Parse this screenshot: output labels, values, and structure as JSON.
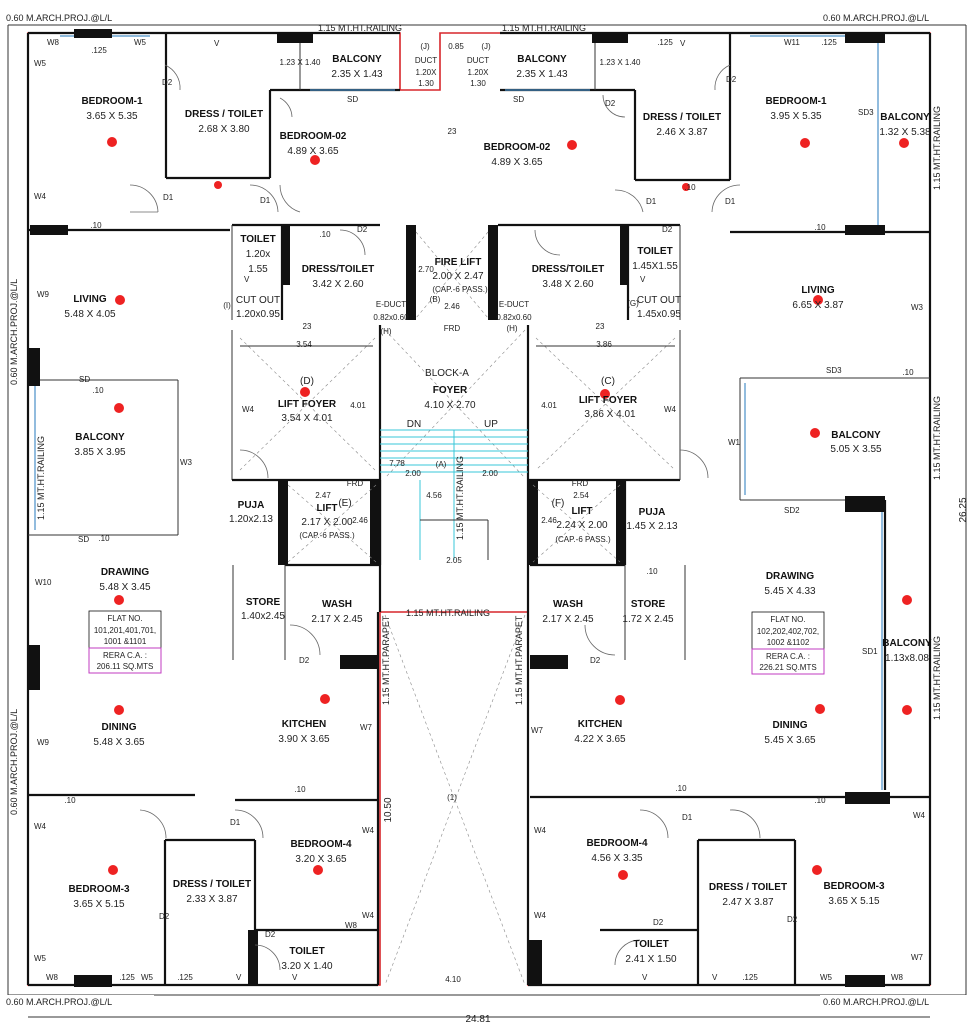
{
  "rooms": [
    {
      "id": "bedroom1-left",
      "label": "BEDROOM-1",
      "dim": "3.65 X 5.35"
    },
    {
      "id": "dress-toilet-tl",
      "label": "DRESS / TOILET",
      "dim": "2.68 X 3.80"
    },
    {
      "id": "balcony-top-left",
      "label": "BALCONY",
      "dim": "2.35 X 1.43"
    },
    {
      "id": "bedroom02-left",
      "label": "BEDROOM-02",
      "dim": "4.89 X 3.65"
    },
    {
      "id": "bedroom02-right",
      "label": "BEDROOM-02",
      "dim": "4.89 X 3.65"
    },
    {
      "id": "balcony-top-right",
      "label": "BALCONY",
      "dim": "2.35 X 1.43"
    },
    {
      "id": "dress-toilet-tr",
      "label": "DRESS / TOILET",
      "dim": "2.46 X 3.87"
    },
    {
      "id": "bedroom1-right",
      "label": "BEDROOM-1",
      "dim": "3.95 X 5.35"
    },
    {
      "id": "balcony-right-top",
      "label": "BALCONY",
      "dim": "1.32 X 5.38"
    },
    {
      "id": "toilet-left-small",
      "label": "TOILET",
      "dim": "1.20x",
      "dim2": "1.55"
    },
    {
      "id": "dresstoilet-left-mid",
      "label": "DRESS/TOILET",
      "dim": "3.42 X 2.60"
    },
    {
      "id": "fire-lift",
      "label": "FIRE LIFT",
      "dim": "2.00 X 2.47",
      "note": "(CAP.-6 PASS.)"
    },
    {
      "id": "dresstoilet-right-mid",
      "label": "DRESS/TOILET",
      "dim": "3.48 X 2.60"
    },
    {
      "id": "toilet-right-small",
      "label": "TOILET",
      "dim": "1.45X1.55"
    },
    {
      "id": "living-left",
      "label": "LIVING",
      "dim": "5.48 X 4.05"
    },
    {
      "id": "living-right",
      "label": "LIVING",
      "dim": "6.65 X 3.87"
    },
    {
      "id": "cutout-left",
      "label": "CUT OUT",
      "dim": "1.20x0.95"
    },
    {
      "id": "cutout-right",
      "label": "CUT OUT",
      "dim": "1.45x0.95"
    },
    {
      "id": "lift-foyer-left",
      "label": "LIFT FOYER",
      "dim": "3.54 X 4.01",
      "tag": "(D)"
    },
    {
      "id": "foyer",
      "label": "FOYER",
      "dim": "4.10 X 2.70",
      "block": "BLOCK-A"
    },
    {
      "id": "lift-foyer-right",
      "label": "LIFT FOYER",
      "dim": "3.86 X 4.01",
      "tag": "(C)"
    },
    {
      "id": "balcony-left-mid",
      "label": "BALCONY",
      "dim": "3.85 X 3.95"
    },
    {
      "id": "balcony-right-mid",
      "label": "BALCONY",
      "dim": "5.05 X 3.55"
    },
    {
      "id": "puja-left",
      "label": "PUJA",
      "dim": "1.20x2.13"
    },
    {
      "id": "lift-left",
      "label": "LIFT",
      "dim": "2.17 X 2.00",
      "note": "(CAP.-6 PASS.)",
      "tag": "(E)"
    },
    {
      "id": "lift-right",
      "label": "LIFT",
      "dim": "2.24 X 2.00",
      "note": "(CAP.-6 PASS.)",
      "tag": "(F)"
    },
    {
      "id": "puja-right",
      "label": "PUJA",
      "dim": "1.45 X 2.13"
    },
    {
      "id": "drawing-left",
      "label": "DRAWING",
      "dim": "5.48 X 3.45"
    },
    {
      "id": "store-left",
      "label": "STORE",
      "dim": "1.40x2.45"
    },
    {
      "id": "wash-left",
      "label": "WASH",
      "dim": "2.17 X 2.45"
    },
    {
      "id": "wash-right",
      "label": "WASH",
      "dim": "2.17 X 2.45"
    },
    {
      "id": "store-right",
      "label": "STORE",
      "dim": "1.72 X 2.45"
    },
    {
      "id": "drawing-right",
      "label": "DRAWING",
      "dim": "5.45 X 4.33"
    },
    {
      "id": "balcony-right-low",
      "label": "BALCONY",
      "dim": "1.13x8.08"
    },
    {
      "id": "dining-left",
      "label": "DINING",
      "dim": "5.48 X 3.65"
    },
    {
      "id": "kitchen-left",
      "label": "KITCHEN",
      "dim": "3.90 X 3.65"
    },
    {
      "id": "kitchen-right",
      "label": "KITCHEN",
      "dim": "4.22 X 3.65"
    },
    {
      "id": "dining-right",
      "label": "DINING",
      "dim": "5.45 X 3.65"
    },
    {
      "id": "bedroom4-left",
      "label": "BEDROOM-4",
      "dim": "3.20 X 3.65"
    },
    {
      "id": "bedroom3-left",
      "label": "BEDROOM-3",
      "dim": "3.65 X 5.15"
    },
    {
      "id": "dress-toilet-bl",
      "label": "DRESS / TOILET",
      "dim": "2.33 X 3.87"
    },
    {
      "id": "toilet-bl",
      "label": "TOILET",
      "dim": "3.20 X 1.40"
    },
    {
      "id": "bedroom4-right",
      "label": "BEDROOM-4",
      "dim": "4.56 X 3.35"
    },
    {
      "id": "toilet-br",
      "label": "TOILET",
      "dim": "2.41 X 1.50"
    },
    {
      "id": "dress-toilet-br",
      "label": "DRESS / TOILET",
      "dim": "2.47 X 3.87"
    },
    {
      "id": "bedroom3-right",
      "label": "BEDROOM-3",
      "dim": "3.65 X 5.15"
    }
  ],
  "flats": {
    "left": {
      "title": "FLAT NO.",
      "nos_1": "101,201,401,701,",
      "nos_2": "1001 &1101",
      "rera_1": "RERA C.A. :",
      "rera_2": "206.11 SQ.MTS"
    },
    "right": {
      "title": "FLAT NO.",
      "nos_1": "102,202,402,702,",
      "nos_2": "1002 &1102",
      "rera_1": "RERA C.A. :",
      "rera_2": "226.21 SQ.MTS"
    }
  },
  "railings": {
    "h_top_left": "1.15 MT.HT.RAILING",
    "h_top_right": "1.15 MT.HT.RAILING",
    "h_mid": "1.15 MT.HT.RAILING",
    "v_left": "1.15 MT.HT.RAILING",
    "v_right_top": "1.15 MT.HT.RAILING",
    "v_right_mid": "1.15 MT.HT.RAILING",
    "v_right_low": "1.15 MT.HT.RAILING",
    "v_stair": "1.15 MT.HT.RAILING",
    "v_parapet_left": "1.15 MT.HT.PARAPET",
    "v_parapet_right": "1.15 MT.HT.PARAPET"
  },
  "projections": {
    "tl": "0.60 M.ARCH.PROJ.@L/L",
    "tr": "0.60 M.ARCH.PROJ.@L/L",
    "bl": "0.60 M.ARCH.PROJ.@L/L",
    "br": "0.60 M.ARCH.PROJ.@L/L",
    "l_top": "0.60 M.ARCH.PROJ.@L/L",
    "l_bot": "0.60 M.ARCH.PROJ.@L/L"
  },
  "overall": {
    "width": "24.81",
    "height": "26.25",
    "void_depth": "10.50",
    "void_width": "4.10",
    "void_tag": "(1)"
  },
  "service": {
    "duct_l": "DUCT",
    "duct_l_dim": "1.20X",
    "duct_l_dim2": "1.30",
    "duct_l_tag": "(J)",
    "duct_r": "DUCT",
    "duct_r_dim": "1.20X",
    "duct_r_dim2": "1.30",
    "duct_r_tag": "(J)",
    "duct_gap": "0.85",
    "educt_l": "E-DUCT",
    "educt_l_dim": "0.82x0.60",
    "educt_r": "E-DUCT",
    "educt_r_dim": "0.82x0.60",
    "tag_h_l": "(H)",
    "tag_h_r": "(H)",
    "tag_b": "(B)",
    "tag_g": "(G)",
    "tag_i": "(I)",
    "tag_a": "(A)",
    "dn": "DN",
    "up": "UP",
    "frd": "FRD"
  },
  "dims": {
    "d354": "3.54",
    "d386": "3.86",
    "d401a": "4.01",
    "d401b": "4.01",
    "d778": "7.78",
    "d200a": "2.00",
    "d200b": "2.00",
    "d456": "4.56",
    "d247a": "2.47",
    "d254": "2.54",
    "d246a": "2.46",
    "d246b": "2.46",
    "d205": "2.05",
    "d270": "2.70",
    "d246c": "2.46",
    "d23": "23",
    "d010": ".10",
    "d125": ".125",
    "h123l": "1.23 X 1.40",
    "h123r": "1.23 X 1.40"
  },
  "marks": {
    "w4": "W4",
    "w5": "W5",
    "w7": "W7",
    "w8": "W8",
    "w9": "W9",
    "w10": "W10",
    "w11": "W11",
    "w1": "W1",
    "w3": "W3",
    "d1": "D1",
    "d2": "D2",
    "sd": "SD",
    "sd1": "SD1",
    "sd2": "SD2",
    "sd3": "SD3",
    "v": "V"
  }
}
